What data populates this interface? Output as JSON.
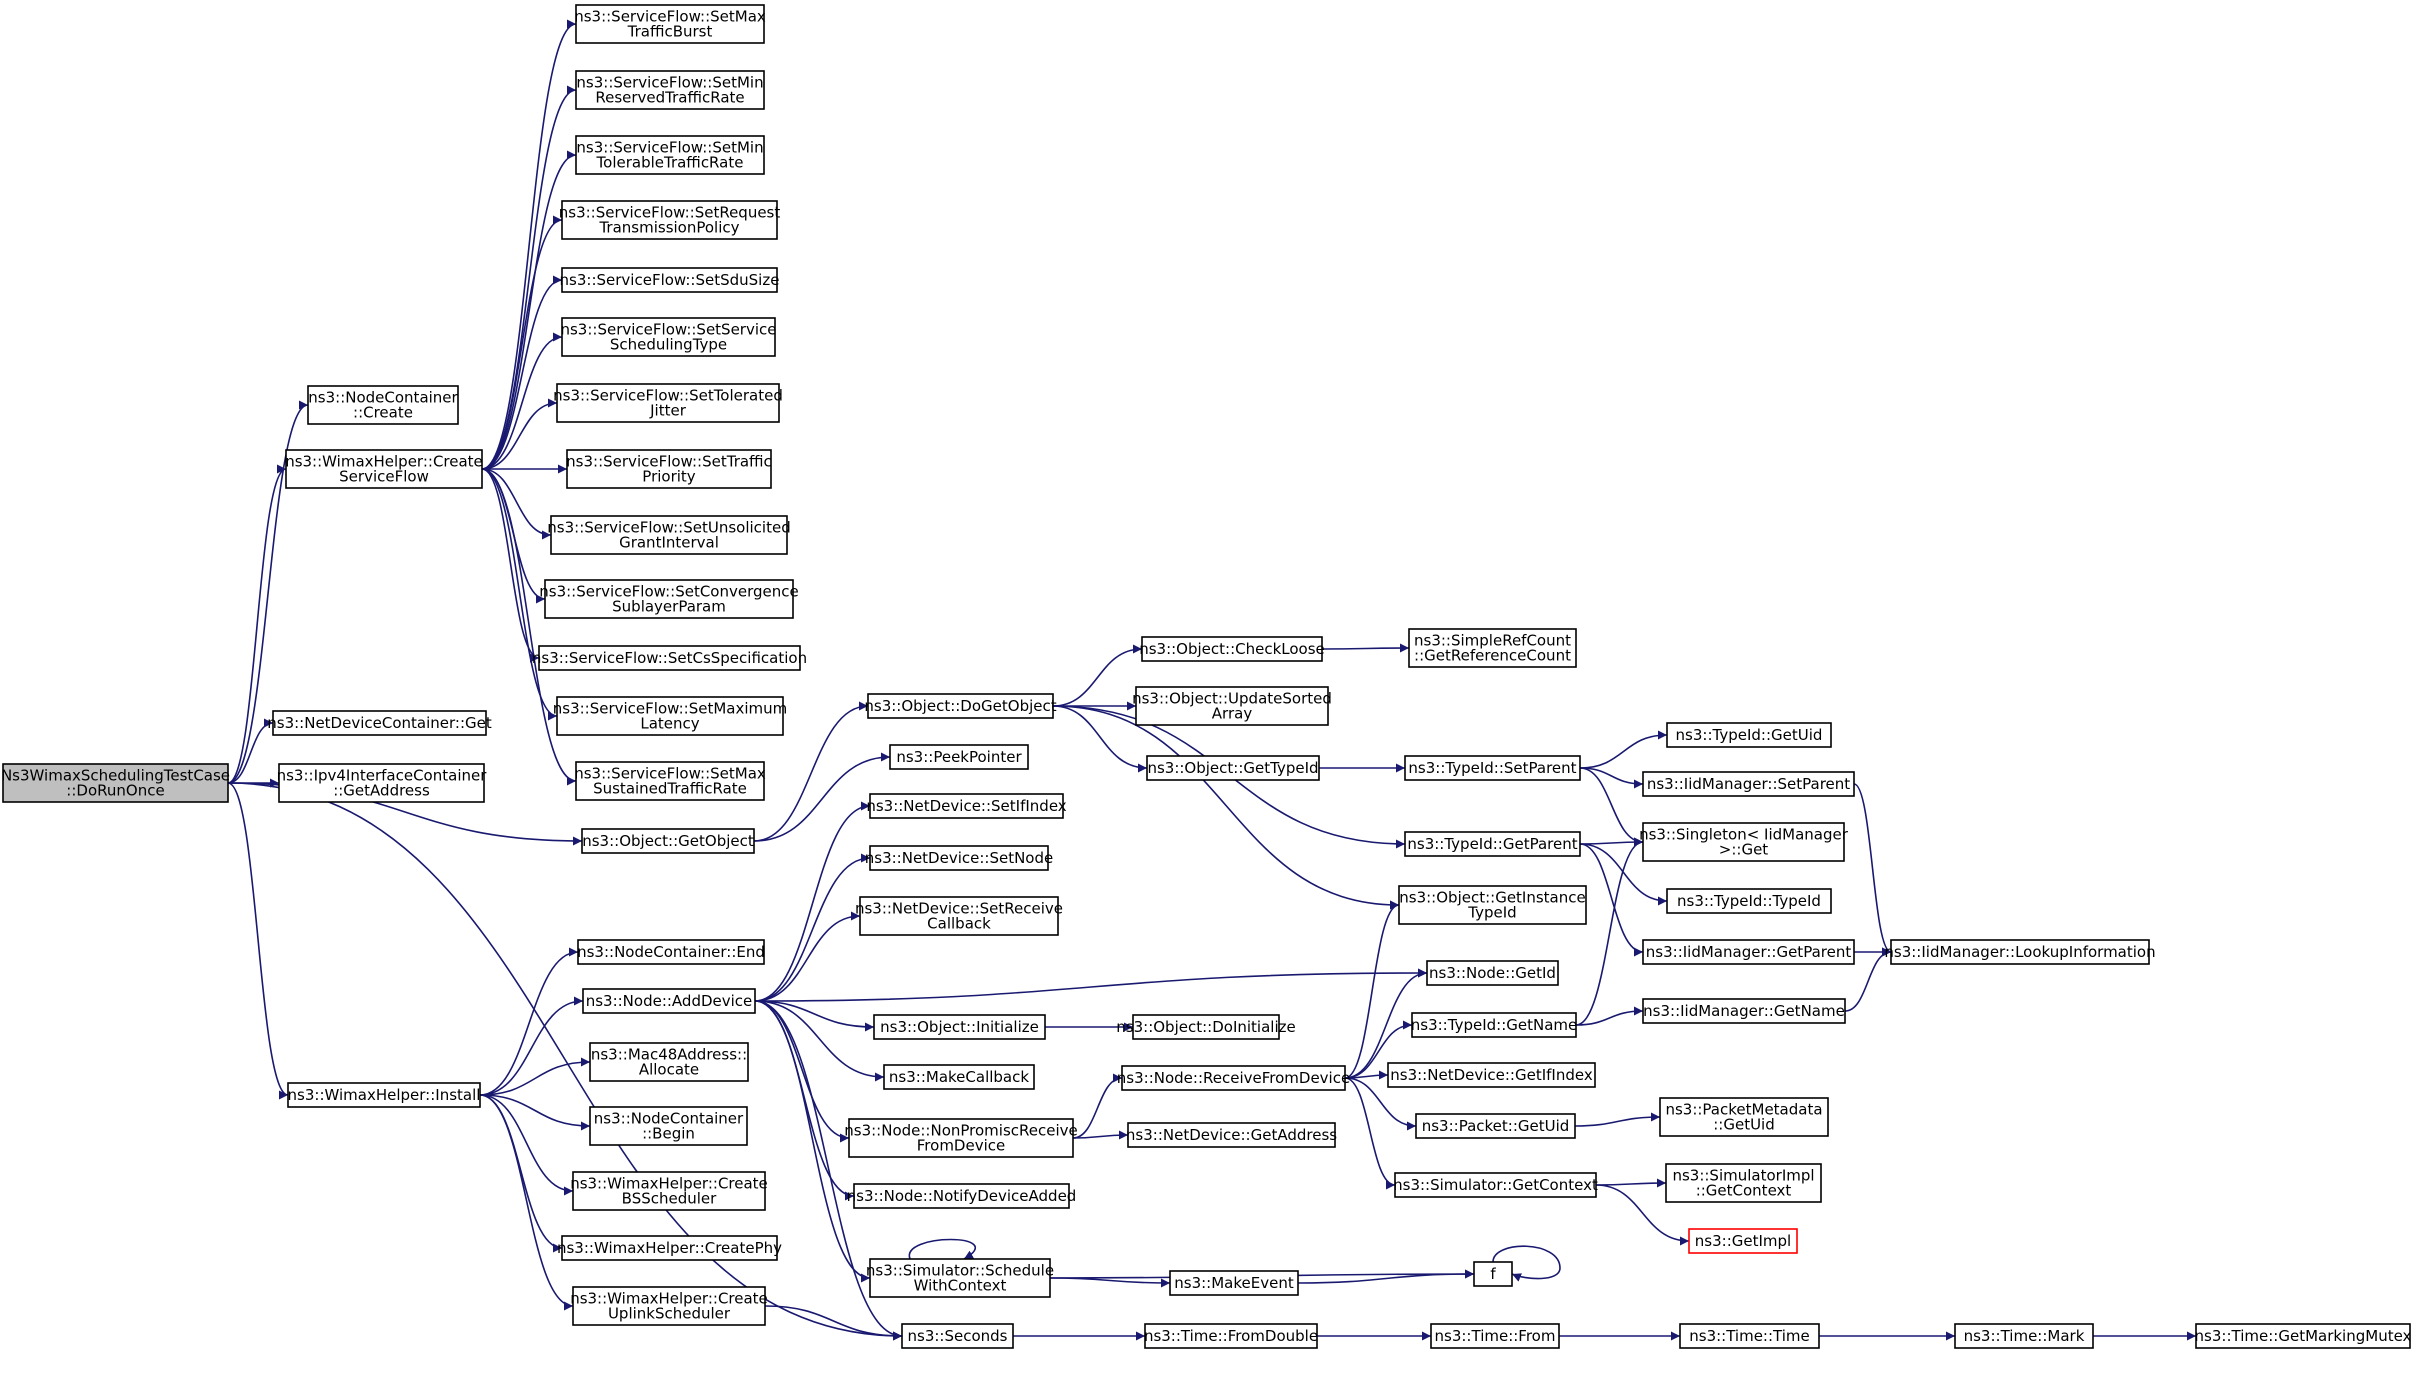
{
  "colors": {
    "edge": "#191970",
    "node_border": "#000000",
    "root_fill": "#bfbfbf",
    "missing_border": "#ff0000"
  },
  "nodes": [
    {
      "id": "root",
      "lines": [
        "Ns3WimaxSchedulingTestCase",
        "::DoRunOnce"
      ],
      "kind": "root"
    },
    {
      "id": "nc_create",
      "lines": [
        "ns3::NodeContainer",
        "::Create"
      ]
    },
    {
      "id": "wh_csf",
      "lines": [
        "ns3::WimaxHelper::Create",
        "ServiceFlow"
      ]
    },
    {
      "id": "ndc_get",
      "lines": [
        "ns3::NetDeviceContainer::Get"
      ]
    },
    {
      "id": "ipv4_getaddr",
      "lines": [
        "ns3::Ipv4InterfaceContainer",
        "::GetAddress"
      ]
    },
    {
      "id": "obj_getobject",
      "lines": [
        "ns3::Object::GetObject"
      ]
    },
    {
      "id": "wh_install",
      "lines": [
        "ns3::WimaxHelper::Install"
      ]
    },
    {
      "id": "seconds",
      "lines": [
        "ns3::Seconds"
      ]
    },
    {
      "id": "sf_maxburst",
      "lines": [
        "ns3::ServiceFlow::SetMax",
        "TrafficBurst"
      ]
    },
    {
      "id": "sf_minres",
      "lines": [
        "ns3::ServiceFlow::SetMin",
        "ReservedTrafficRate"
      ]
    },
    {
      "id": "sf_mintol",
      "lines": [
        "ns3::ServiceFlow::SetMin",
        "TolerableTrafficRate"
      ]
    },
    {
      "id": "sf_reqtx",
      "lines": [
        "ns3::ServiceFlow::SetRequest",
        "TransmissionPolicy"
      ]
    },
    {
      "id": "sf_sdusize",
      "lines": [
        "ns3::ServiceFlow::SetSduSize"
      ]
    },
    {
      "id": "sf_schedtype",
      "lines": [
        "ns3::ServiceFlow::SetService",
        "SchedulingType"
      ]
    },
    {
      "id": "sf_toljitter",
      "lines": [
        "ns3::ServiceFlow::SetTolerated",
        "Jitter"
      ]
    },
    {
      "id": "sf_trafprio",
      "lines": [
        "ns3::ServiceFlow::SetTraffic",
        "Priority"
      ]
    },
    {
      "id": "sf_unsol",
      "lines": [
        "ns3::ServiceFlow::SetUnsolicited",
        "GrantInterval"
      ]
    },
    {
      "id": "sf_conv",
      "lines": [
        "ns3::ServiceFlow::SetConvergence",
        "SublayerParam"
      ]
    },
    {
      "id": "sf_csspec",
      "lines": [
        "ns3::ServiceFlow::SetCsSpecification"
      ]
    },
    {
      "id": "sf_maxlat",
      "lines": [
        "ns3::ServiceFlow::SetMaximum",
        "Latency"
      ]
    },
    {
      "id": "sf_maxsust",
      "lines": [
        "ns3::ServiceFlow::SetMax",
        "SustainedTrafficRate"
      ]
    },
    {
      "id": "obj_dogetobject",
      "lines": [
        "ns3::Object::DoGetObject"
      ]
    },
    {
      "id": "peekpointer",
      "lines": [
        "ns3::PeekPointer"
      ]
    },
    {
      "id": "obj_checkloose",
      "lines": [
        "ns3::Object::CheckLoose"
      ]
    },
    {
      "id": "obj_updsorted",
      "lines": [
        "ns3::Object::UpdateSorted",
        "Array"
      ]
    },
    {
      "id": "obj_gettypeid",
      "lines": [
        "ns3::Object::GetTypeId"
      ]
    },
    {
      "id": "src_getrefcount",
      "lines": [
        "ns3::SimpleRefCount",
        "::GetReferenceCount"
      ]
    },
    {
      "id": "tid_setparent",
      "lines": [
        "ns3::TypeId::SetParent"
      ]
    },
    {
      "id": "tid_getparent",
      "lines": [
        "ns3::TypeId::GetParent"
      ]
    },
    {
      "id": "obj_getinsttid",
      "lines": [
        "ns3::Object::GetInstance",
        "TypeId"
      ]
    },
    {
      "id": "tid_getuid",
      "lines": [
        "ns3::TypeId::GetUid"
      ]
    },
    {
      "id": "iid_setparent",
      "lines": [
        "ns3::IidManager::SetParent"
      ]
    },
    {
      "id": "singleton_get",
      "lines": [
        "ns3::Singleton< IidManager",
        ">::Get"
      ]
    },
    {
      "id": "tid_typeid",
      "lines": [
        "ns3::TypeId::TypeId"
      ]
    },
    {
      "id": "iid_getparent",
      "lines": [
        "ns3::IidManager::GetParent"
      ]
    },
    {
      "id": "iid_lookup",
      "lines": [
        "ns3::IidManager::LookupInformation"
      ]
    },
    {
      "id": "nc_end",
      "lines": [
        "ns3::NodeContainer::End"
      ]
    },
    {
      "id": "node_adddevice",
      "lines": [
        "ns3::Node::AddDevice"
      ]
    },
    {
      "id": "mac48_alloc",
      "lines": [
        "ns3::Mac48Address::",
        "Allocate"
      ]
    },
    {
      "id": "nc_begin",
      "lines": [
        "ns3::NodeContainer",
        "::Begin"
      ]
    },
    {
      "id": "wh_createbs",
      "lines": [
        "ns3::WimaxHelper::Create",
        "BSScheduler"
      ]
    },
    {
      "id": "wh_createphy",
      "lines": [
        "ns3::WimaxHelper::CreatePhy"
      ]
    },
    {
      "id": "wh_createul",
      "lines": [
        "ns3::WimaxHelper::Create",
        "UplinkScheduler"
      ]
    },
    {
      "id": "nd_setifindex",
      "lines": [
        "ns3::NetDevice::SetIfIndex"
      ]
    },
    {
      "id": "nd_setnode",
      "lines": [
        "ns3::NetDevice::SetNode"
      ]
    },
    {
      "id": "nd_setrecv",
      "lines": [
        "ns3::NetDevice::SetReceive",
        "Callback"
      ]
    },
    {
      "id": "obj_initialize",
      "lines": [
        "ns3::Object::Initialize"
      ]
    },
    {
      "id": "makecallback",
      "lines": [
        "ns3::MakeCallback"
      ]
    },
    {
      "id": "node_nonpromisc",
      "lines": [
        "ns3::Node::NonPromiscReceive",
        "FromDevice"
      ]
    },
    {
      "id": "node_notify",
      "lines": [
        "ns3::Node::NotifyDeviceAdded"
      ]
    },
    {
      "id": "sim_schedctx",
      "lines": [
        "ns3::Simulator::Schedule",
        "WithContext"
      ]
    },
    {
      "id": "obj_doinit",
      "lines": [
        "ns3::Object::DoInitialize"
      ]
    },
    {
      "id": "node_recvfrom",
      "lines": [
        "ns3::Node::ReceiveFromDevice"
      ]
    },
    {
      "id": "nd_getaddress",
      "lines": [
        "ns3::NetDevice::GetAddress"
      ]
    },
    {
      "id": "makeevent",
      "lines": [
        "ns3::MakeEvent"
      ]
    },
    {
      "id": "node_getid",
      "lines": [
        "ns3::Node::GetId"
      ]
    },
    {
      "id": "tid_getname",
      "lines": [
        "ns3::TypeId::GetName"
      ]
    },
    {
      "id": "nd_getifindex",
      "lines": [
        "ns3::NetDevice::GetIfIndex"
      ]
    },
    {
      "id": "pkt_getuid",
      "lines": [
        "ns3::Packet::GetUid"
      ]
    },
    {
      "id": "sim_getctx",
      "lines": [
        "ns3::Simulator::GetContext"
      ]
    },
    {
      "id": "iid_getname",
      "lines": [
        "ns3::IidManager::GetName"
      ]
    },
    {
      "id": "pktmeta_getuid",
      "lines": [
        "ns3::PacketMetadata",
        "::GetUid"
      ]
    },
    {
      "id": "simimpl_getctx",
      "lines": [
        "ns3::SimulatorImpl",
        "::GetContext"
      ]
    },
    {
      "id": "getimpl",
      "lines": [
        "ns3::GetImpl"
      ],
      "kind": "red"
    },
    {
      "id": "f",
      "lines": [
        "f"
      ]
    },
    {
      "id": "time_fromdouble",
      "lines": [
        "ns3::Time::FromDouble"
      ]
    },
    {
      "id": "time_from",
      "lines": [
        "ns3::Time::From"
      ]
    },
    {
      "id": "time_time",
      "lines": [
        "ns3::Time::Time"
      ]
    },
    {
      "id": "time_mark",
      "lines": [
        "ns3::Time::Mark"
      ]
    },
    {
      "id": "time_getmutex",
      "lines": [
        "ns3::Time::GetMarkingMutex"
      ]
    }
  ],
  "edges": [
    [
      "root",
      "nc_create"
    ],
    [
      "root",
      "wh_csf"
    ],
    [
      "root",
      "ndc_get"
    ],
    [
      "root",
      "ipv4_getaddr"
    ],
    [
      "root",
      "obj_getobject"
    ],
    [
      "root",
      "wh_install"
    ],
    [
      "root",
      "seconds"
    ],
    [
      "wh_csf",
      "sf_maxburst"
    ],
    [
      "wh_csf",
      "sf_minres"
    ],
    [
      "wh_csf",
      "sf_mintol"
    ],
    [
      "wh_csf",
      "sf_reqtx"
    ],
    [
      "wh_csf",
      "sf_sdusize"
    ],
    [
      "wh_csf",
      "sf_schedtype"
    ],
    [
      "wh_csf",
      "sf_toljitter"
    ],
    [
      "wh_csf",
      "sf_trafprio"
    ],
    [
      "wh_csf",
      "sf_unsol"
    ],
    [
      "wh_csf",
      "sf_conv"
    ],
    [
      "wh_csf",
      "sf_csspec"
    ],
    [
      "wh_csf",
      "sf_maxlat"
    ],
    [
      "wh_csf",
      "sf_maxsust"
    ],
    [
      "obj_getobject",
      "obj_dogetobject"
    ],
    [
      "obj_getobject",
      "peekpointer"
    ],
    [
      "obj_dogetobject",
      "obj_checkloose"
    ],
    [
      "obj_dogetobject",
      "obj_updsorted"
    ],
    [
      "obj_dogetobject",
      "obj_gettypeid"
    ],
    [
      "obj_dogetobject",
      "tid_getparent"
    ],
    [
      "obj_dogetobject",
      "obj_getinsttid"
    ],
    [
      "obj_checkloose",
      "src_getrefcount"
    ],
    [
      "obj_gettypeid",
      "tid_setparent"
    ],
    [
      "tid_setparent",
      "tid_getuid"
    ],
    [
      "tid_setparent",
      "iid_setparent"
    ],
    [
      "tid_setparent",
      "singleton_get"
    ],
    [
      "iid_setparent",
      "iid_lookup"
    ],
    [
      "tid_getparent",
      "singleton_get"
    ],
    [
      "tid_getparent",
      "tid_typeid"
    ],
    [
      "tid_getparent",
      "iid_getparent"
    ],
    [
      "iid_getparent",
      "iid_lookup"
    ],
    [
      "wh_install",
      "nc_end"
    ],
    [
      "wh_install",
      "node_adddevice"
    ],
    [
      "wh_install",
      "mac48_alloc"
    ],
    [
      "wh_install",
      "nc_begin"
    ],
    [
      "wh_install",
      "wh_createbs"
    ],
    [
      "wh_install",
      "wh_createphy"
    ],
    [
      "wh_install",
      "wh_createul"
    ],
    [
      "wh_createul",
      "seconds"
    ],
    [
      "node_adddevice",
      "nd_setifindex"
    ],
    [
      "node_adddevice",
      "nd_setnode"
    ],
    [
      "node_adddevice",
      "nd_setrecv"
    ],
    [
      "node_adddevice",
      "node_getid"
    ],
    [
      "node_adddevice",
      "obj_initialize"
    ],
    [
      "node_adddevice",
      "makecallback"
    ],
    [
      "node_adddevice",
      "node_nonpromisc"
    ],
    [
      "node_adddevice",
      "node_notify"
    ],
    [
      "node_adddevice",
      "sim_schedctx"
    ],
    [
      "node_adddevice",
      "seconds"
    ],
    [
      "obj_initialize",
      "obj_doinit"
    ],
    [
      "node_nonpromisc",
      "node_recvfrom"
    ],
    [
      "node_nonpromisc",
      "nd_getaddress"
    ],
    [
      "node_recvfrom",
      "obj_getinsttid"
    ],
    [
      "node_recvfrom",
      "node_getid"
    ],
    [
      "node_recvfrom",
      "tid_getname"
    ],
    [
      "node_recvfrom",
      "nd_getifindex"
    ],
    [
      "node_recvfrom",
      "pkt_getuid"
    ],
    [
      "node_recvfrom",
      "sim_getctx"
    ],
    [
      "tid_getname",
      "singleton_get"
    ],
    [
      "tid_getname",
      "iid_getname"
    ],
    [
      "iid_getname",
      "iid_lookup"
    ],
    [
      "pkt_getuid",
      "pktmeta_getuid"
    ],
    [
      "sim_getctx",
      "simimpl_getctx"
    ],
    [
      "sim_getctx",
      "getimpl"
    ],
    [
      "sim_schedctx",
      "sim_schedctx"
    ],
    [
      "sim_schedctx",
      "makeevent"
    ],
    [
      "sim_schedctx",
      "f"
    ],
    [
      "makeevent",
      "f"
    ],
    [
      "f",
      "f"
    ],
    [
      "seconds",
      "time_fromdouble"
    ],
    [
      "time_fromdouble",
      "time_from"
    ],
    [
      "time_from",
      "time_time"
    ],
    [
      "time_time",
      "time_mark"
    ],
    [
      "time_mark",
      "time_getmutex"
    ]
  ]
}
